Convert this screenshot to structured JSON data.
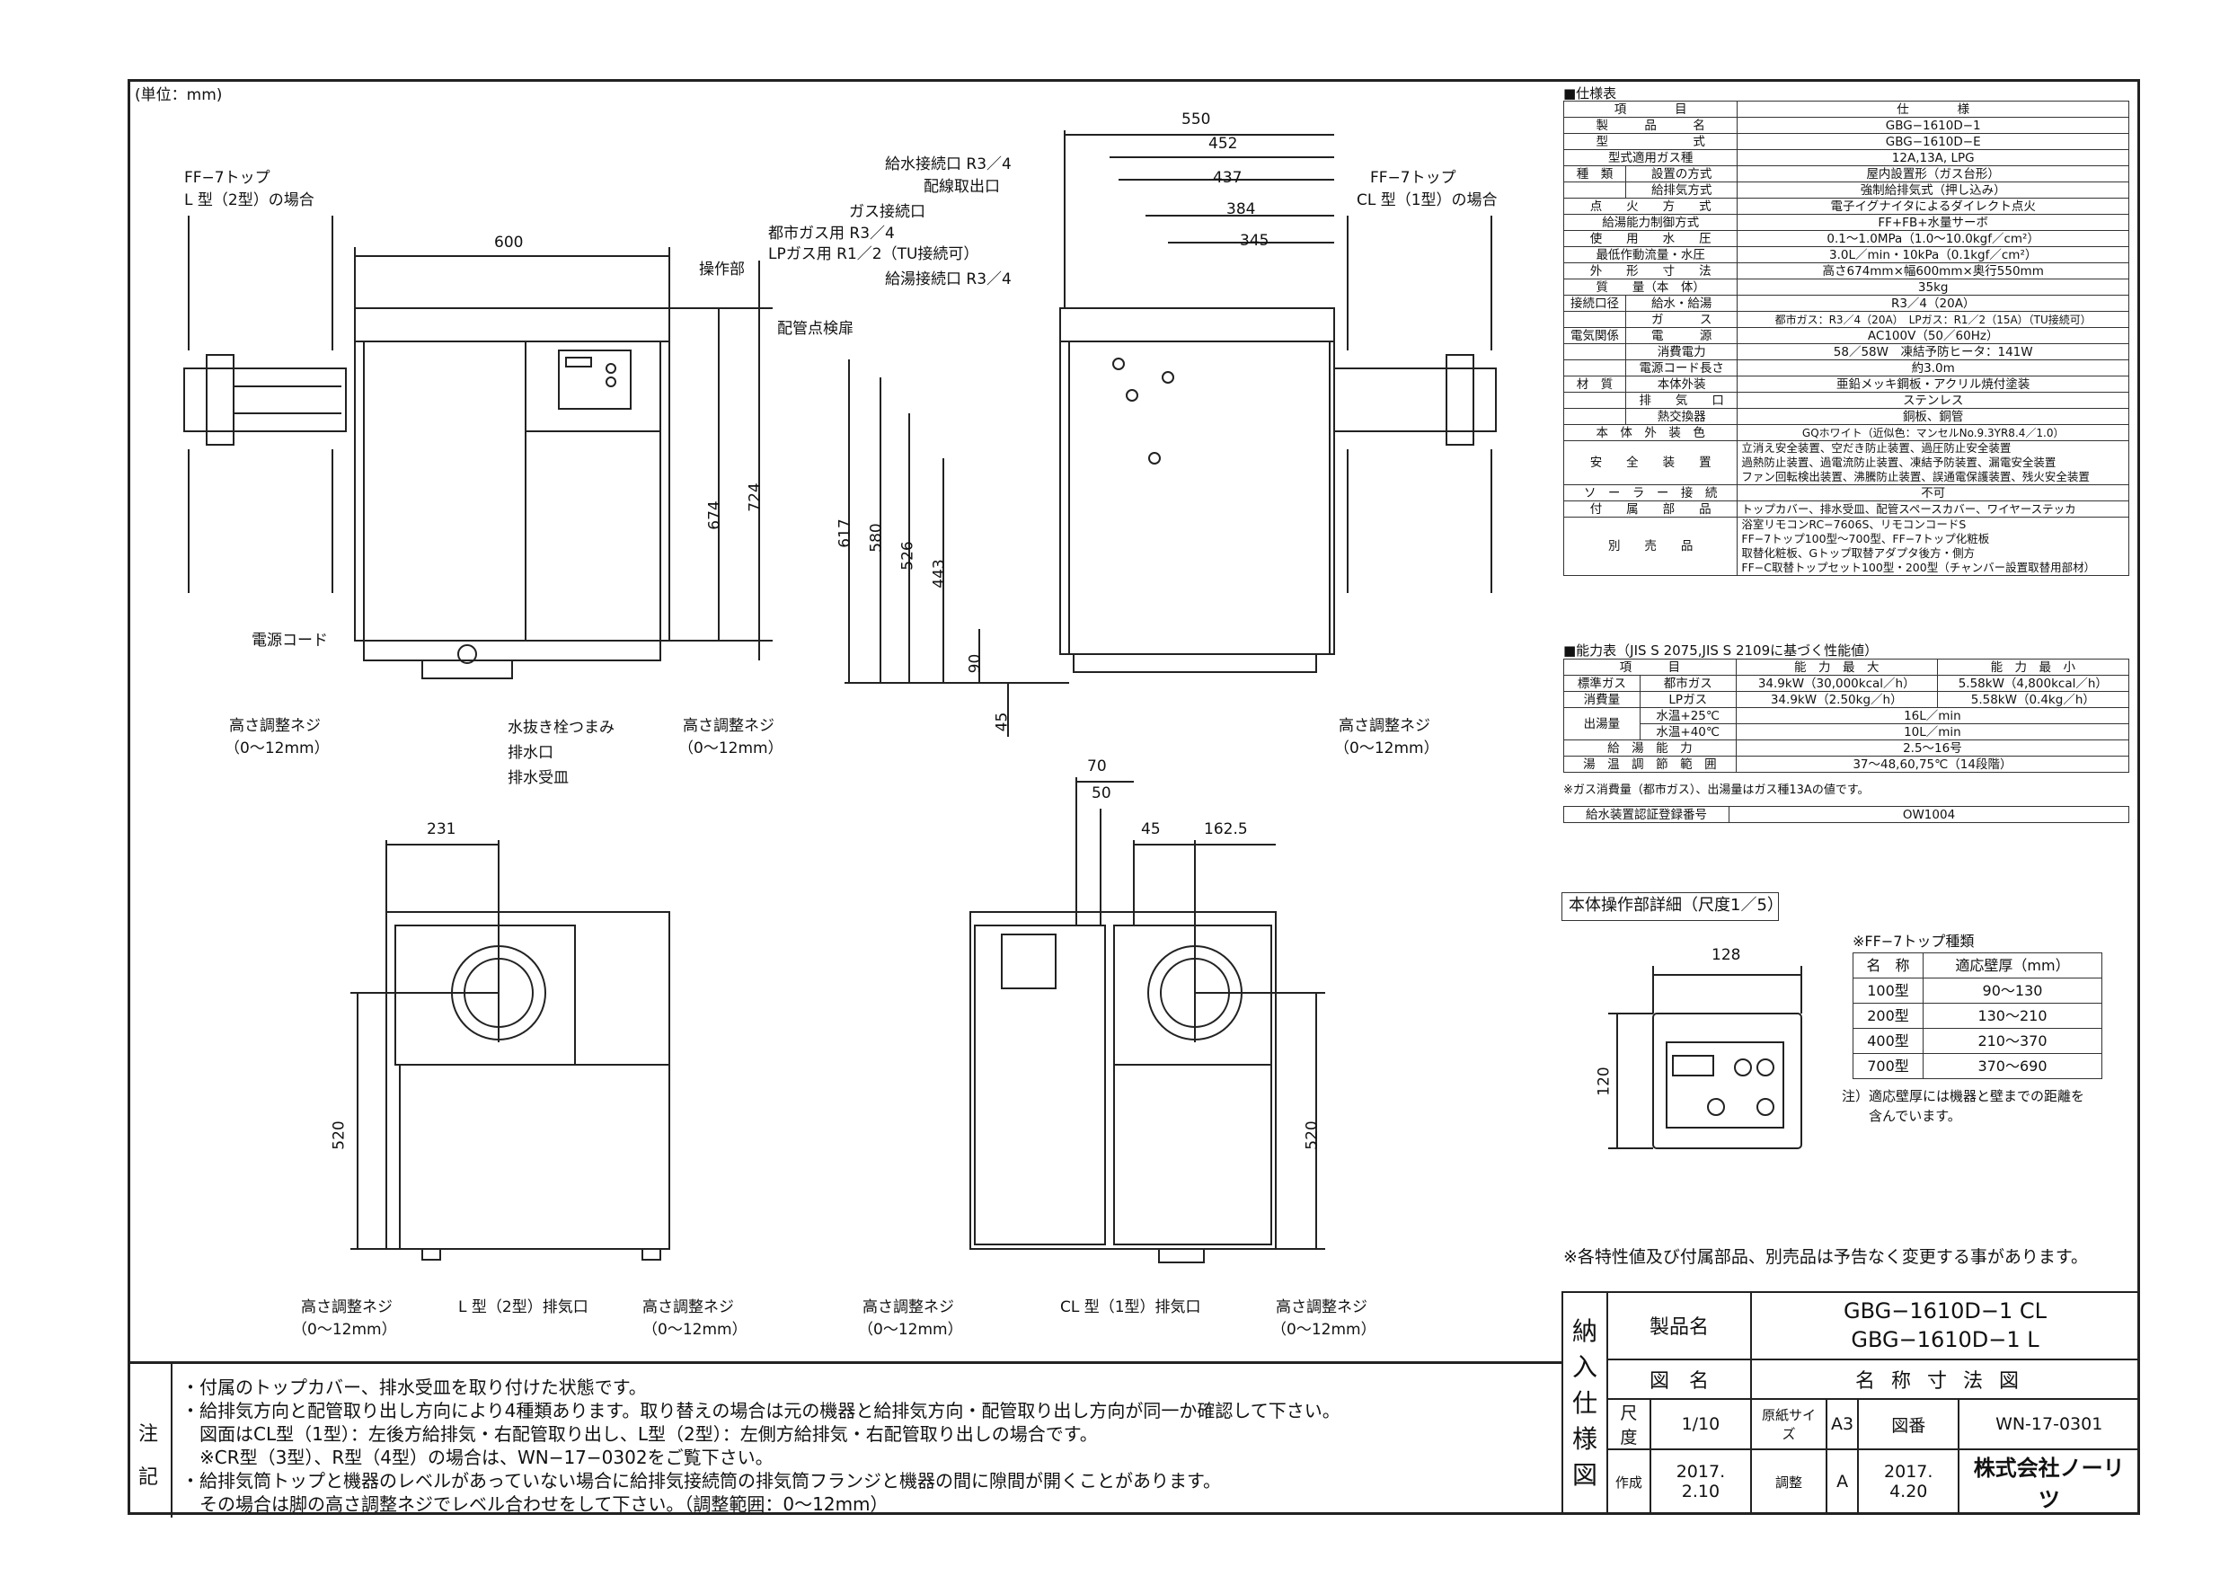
{
  "unit_label": "(単位：mm)",
  "front_view": {
    "ff_label_1": "FF−7トップ",
    "ff_label_2": "L 型（2型）の場合",
    "width": "600",
    "op_label": "操作部",
    "pipe_door_label": "配管点検扉",
    "h674": "674",
    "h724": "724",
    "power_cord": "電源コード",
    "adj_left": "高さ調整ネジ",
    "adj_left_range": "（0〜12mm）",
    "drain_knob": "水抜き栓つまみ",
    "drain_port": "排水口",
    "drain_tray": "排水受皿",
    "adj_right": "高さ調整ネジ",
    "adj_right_range": "（0〜12mm）"
  },
  "side_view": {
    "water_in": "給水接続口 R3／4",
    "wiring": "配線取出口",
    "gas": "ガス接続口",
    "city_gas": "都市ガス用  R3／4",
    "lp_gas": "LPガス用  R1／2（TU接続可）",
    "hot_out": "給湯接続口 R3／4",
    "d550": "550",
    "d452": "452",
    "d437": "437",
    "d384": "384",
    "d345": "345",
    "h617": "617",
    "h580": "580",
    "h526": "526",
    "h443": "443",
    "h90": "90",
    "h45": "45",
    "ff_label_1": "FF−7トップ",
    "ff_label_2": "CL 型（1型）の場合",
    "adj": "高さ調整ネジ",
    "adj_range": "（0〜12mm）"
  },
  "rear_left_view": {
    "d231": "231",
    "h520": "520",
    "adj_left": "高さ調整ネジ",
    "adj_left_range": "（0〜12mm）",
    "exhaust": "L 型（2型）排気口",
    "adj_right": "高さ調整ネジ",
    "adj_right_range": "（0〜12mm）"
  },
  "rear_right_view": {
    "d70": "70",
    "d50": "50",
    "d45": "45",
    "d1625": "162.5",
    "h520": "520",
    "adj_left": "高さ調整ネジ",
    "adj_left_range": "（0〜12mm）",
    "exhaust": "CL 型（1型）排気口",
    "adj_right": "高さ調整ネジ",
    "adj_right_range": "（0〜12mm）"
  },
  "spec": {
    "heading": "■仕様表",
    "col_item": "項　　　　目",
    "col_spec": "仕　　　　様",
    "rows": [
      {
        "group": "製　　　品　　　名",
        "sub": "",
        "value": "GBG−1610D−1"
      },
      {
        "group": "型　　　　　　　式",
        "sub": "",
        "value": "GBG−1610D−E"
      },
      {
        "group": "型式適用ガス種",
        "sub": "",
        "value": "12A,13A, LPG"
      },
      {
        "group": "種　類",
        "sub": "設置の方式",
        "value": "屋内設置形（ガス台形）"
      },
      {
        "group": "",
        "sub": "給排気方式",
        "value": "強制給排気式（押し込み）"
      },
      {
        "group": "点　　火　　方　　式",
        "sub": "",
        "value": "電子イグナイタによるダイレクト点火"
      },
      {
        "group": "給湯能力制御方式",
        "sub": "",
        "value": "FF+FB+水量サーボ"
      },
      {
        "group": "使　　用　　水　　圧",
        "sub": "",
        "value": "0.1〜1.0MPa（1.0〜10.0kgf／cm²）"
      },
      {
        "group": "最低作動流量・水圧",
        "sub": "",
        "value": "3.0L／min・10kPa（0.1kgf／cm²）"
      },
      {
        "group": "外　　形　　寸　　法",
        "sub": "",
        "value": "高さ674mm×幅600mm×奥行550mm"
      },
      {
        "group": "質　　量（本　体）",
        "sub": "",
        "value": "35kg"
      },
      {
        "group": "接続口径",
        "sub": "給水・給湯",
        "value": "R3／4（20A）"
      },
      {
        "group": "",
        "sub": "ガ　　　ス",
        "value": "都市ガス：R3／4（20A）　LPガス：R1／2（15A）（TU接続可）"
      },
      {
        "group": "電気関係",
        "sub": "電　　　源",
        "value": "AC100V（50／60Hz）"
      },
      {
        "group": "",
        "sub": "消費電力",
        "value": "58／58W　凍結予防ヒータ：141W"
      },
      {
        "group": "",
        "sub": "電源コード長さ",
        "value": "約3.0m"
      },
      {
        "group": "材　質",
        "sub": "本体外装",
        "value": "亜鉛メッキ鋼板・アクリル焼付塗装"
      },
      {
        "group": "",
        "sub": "排　　気　　口",
        "value": "ステンレス"
      },
      {
        "group": "",
        "sub": "熱交換器",
        "value": "銅板、銅管"
      },
      {
        "group": "本　体　外　装　色",
        "sub": "",
        "value": "GQホワイト（近似色：マンセルNo.9.3YR8.4／1.0）"
      }
    ],
    "safety_label": "安　　全　　装　　置",
    "safety_lines": [
      "立消え安全装置、空だき防止装置、過圧防止安全装置",
      "過熱防止装置、過電流防止装置、凍結予防装置、漏電安全装置",
      "ファン回転検出装置、沸騰防止装置、誤通電保護装置、残火安全装置"
    ],
    "solar_label": "ソ　ー　ラ　ー　接　続",
    "solar_value": "不可",
    "accessory_label": "付　　属　　部　　品",
    "accessory_value": "トップカバー、排水受皿、配管スペースカバー、ワイヤーステッカ",
    "optional_label": "別　　売　　品",
    "optional_lines": [
      "浴室リモコンRC−7606S、リモコンコードS",
      "FF−7トップ100型〜700型、FF−7トップ化粧板",
      "取替化粧板、Gトップ取替アダプタ後方・側方",
      "FF−C取替トップセット100型・200型（チャンバー設置取替用部材）"
    ]
  },
  "capacity": {
    "heading": "■能力表（JIS S 2075,JIS S 2109に基づく性能値）",
    "col_item": "項　　　目",
    "col_max": "能　力　最　大",
    "col_min": "能　力　最　小",
    "row1_group": "標準ガス",
    "row1_sub": "都市ガス",
    "row1_max": "34.9kW（30,000kcal／h）",
    "row1_min": "5.58kW（4,800kcal／h）",
    "row2_group": "消費量",
    "row2_sub": "LPガス",
    "row2_max": "34.9kW（2.50kg／h）",
    "row2_min": "5.58kW（0.4kg／h）",
    "row3_group": "出湯量",
    "row3_sub": "水温+25℃",
    "row3_val": "16L／min",
    "row4_sub": "水温+40℃",
    "row4_val": "10L／min",
    "row5_label": "給　湯　能　力",
    "row5_val": "2.5〜16号",
    "row6_label": "湯　温　調　節　範　囲",
    "row6_val": "37〜48,60,75℃（14段階）",
    "note": "※ガス消費量（都市ガス）、出湯量はガス種13Aの値です。",
    "cert_label": "給水装置認証登録番号",
    "cert_value": "OW1004"
  },
  "panel_detail": {
    "heading": "本体操作部詳細（尺度1／5）",
    "w128": "128",
    "h120": "120"
  },
  "ff_types": {
    "heading": "※FF−7トップ種類",
    "col_name": "名　称",
    "col_wall": "適応壁厚（mm）",
    "rows": [
      {
        "name": "100型",
        "wall": "90〜130"
      },
      {
        "name": "200型",
        "wall": "130〜210"
      },
      {
        "name": "400型",
        "wall": "210〜370"
      },
      {
        "name": "700型",
        "wall": "370〜690"
      }
    ],
    "note1": "注）適応壁厚には機器と壁までの距離を",
    "note2": "含んでいます。"
  },
  "change_note": "※各特性値及び付属部品、別売品は予告なく変更する事があります。",
  "title_block": {
    "side_label": "納入仕様図",
    "product_label": "製品名",
    "product_1": "GBG−1610D−1 CL",
    "product_2": "GBG−1610D−1 L",
    "drawing_label": "図　名",
    "drawing_name": "名称寸法図",
    "scale_label": "尺度",
    "scale_value": "1/10",
    "paper_label": "原紙サイズ",
    "paper_value": "A3",
    "num_label": "図番",
    "num_value": "WN-17-0301",
    "made_label": "作成",
    "made_date": "2017. 2.10",
    "rev_label": "調整",
    "rev_mark": "A",
    "rev_date": "2017. 4.20",
    "company": "株式会社ノーリツ"
  },
  "notes": {
    "label": "注記",
    "lines": [
      "・付属のトップカバー、排水受皿を取り付けた状態です。",
      "・給排気方向と配管取り出し方向により4種類あります。取り替えの場合は元の機器と給排気方向・配管取り出し方向が同一か確認して下さい。",
      "　図面はCL型（1型）：左後方給排気・右配管取り出し、L型（2型）：左側方給排気・右配管取り出しの場合です。",
      "　※CR型（3型）、R型（4型）の場合は、WN−17−0302をご覧下さい。",
      "・給排気筒トップと機器のレベルがあっていない場合に給排気接続筒の排気筒フランジと機器の間に隙間が開くことがあります。",
      "　その場合は脚の高さ調整ネジでレベル合わせをして下さい。（調整範囲：0〜12mm）"
    ]
  }
}
